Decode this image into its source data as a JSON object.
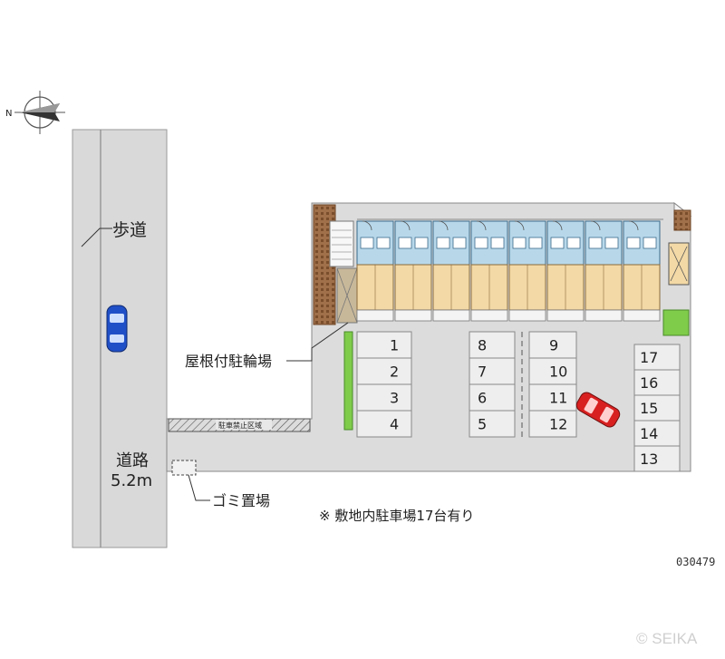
{
  "labels": {
    "sidewalk": "歩道",
    "road": "道路",
    "road_width": "5.2m",
    "bicycle_parking": "屋根付駐輪場",
    "garbage": "ゴミ置場",
    "no_parking_strip": "駐車禁止区域",
    "parking_note": "※ 敷地内駐車場17台有り",
    "ref_code": "030479",
    "copyright": "© SEIKA",
    "north": "N"
  },
  "parking_spaces": {
    "left_column": [
      "1",
      "2",
      "3",
      "4"
    ],
    "middle_left": [
      "8",
      "7",
      "6",
      "5"
    ],
    "middle_right": [
      "9",
      "10",
      "11",
      "12"
    ],
    "right_column": [
      "17",
      "16",
      "15",
      "14",
      "13"
    ]
  },
  "colors": {
    "road": "#d9d9d9",
    "lot": "#dcdcdc",
    "space": "#eeeeee",
    "unit_top": "#b8d8ea",
    "unit_bottom": "#f3d9a6",
    "hedge": "#7fcc4a",
    "wall": "#a0704a",
    "car_red": "#d82020",
    "car_blue": "#2050c8"
  }
}
